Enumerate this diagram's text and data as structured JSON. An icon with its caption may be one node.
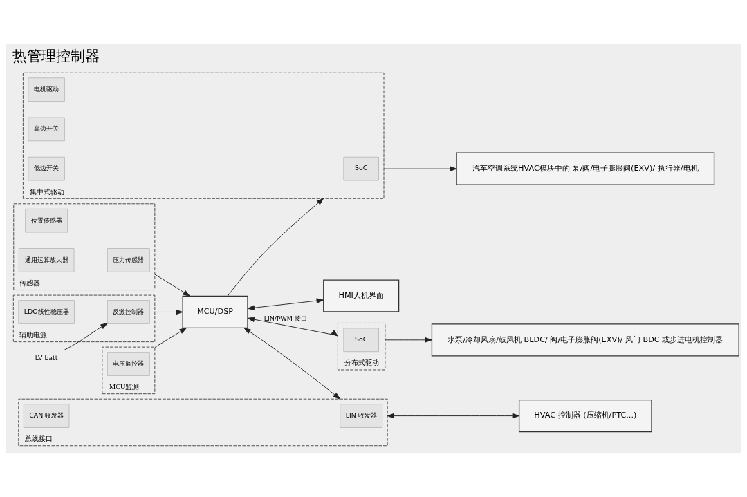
{
  "diagram": {
    "title": "热管理控制器",
    "nodes": [
      {
        "text": [
          "LV batt"
        ]
      },
      {
        "text": [
          "辅助电源"
        ]
      },
      {
        "text": [
          "反激控制器"
        ],
        "in": 1
      },
      {
        "text": [
          "LDO线性稳压器"
        ],
        "in": 1
      },
      {
        "text": [
          "传感器"
        ]
      },
      {
        "text": [
          "压力传感器"
        ],
        "in": 4
      },
      {
        "text": [
          "位置传感器"
        ],
        "in": 4
      },
      {
        "text": [
          "通用运算放大器"
        ],
        "in": 4
      },
      {
        "text": [
          "MCU监测"
        ]
      },
      {
        "text": [
          "电压监控器"
        ],
        "in": 8
      },
      {
        "text": [
          "MCU/DSP"
        ]
      },
      {
        "text": [
          "HMI人机界面"
        ]
      },
      {
        "text": [
          "集中式驱动"
        ]
      },
      {
        "text": [
          "SoC"
        ],
        "in": 12
      },
      {
        "text": [
          "电机驱动"
        ],
        "in": 12
      },
      {
        "text": [
          "高边开关"
        ],
        "in": 12
      },
      {
        "text": [
          "低边开关"
        ],
        "in": 12
      },
      {
        "text": [
          "总线接口"
        ]
      },
      {
        "text": [
          "LIN 收发器"
        ],
        "in": 17
      },
      {
        "text": [
          "CAN 收发器"
        ],
        "in": 17
      },
      {
        "text": [
          "汽车空调系统HVAC模块中的 泵/阀/电子膨胀阀(EXV)/ 执行器/电机"
        ]
      },
      {
        "text": [
          "分布式驱动"
        ]
      },
      {
        "text": [
          "SoC"
        ],
        "in": 21
      },
      {
        "text": [
          "水泵/冷却风扇/鼓风机 BLDC/ 阀/电子膨胀阀(EXV)/ 风门 BDC 或步进电机控制器"
        ]
      },
      {
        "text": [
          "HVAC 控制器 (压缩机/PTC...)"
        ]
      }
    ],
    "edges": [
      {
        "from": 0,
        "to": 2,
        "arrow": "to"
      },
      {
        "from": 1,
        "to": 10,
        "arrow": "to"
      },
      {
        "from": 4,
        "to": 10,
        "arrow": "to"
      },
      {
        "from": 8,
        "to": 10,
        "arrow": "to"
      },
      {
        "from": 10,
        "to": 12,
        "arrow": "to"
      },
      {
        "from": 12,
        "to": 20,
        "arrow": "to"
      },
      {
        "from": 10,
        "to": 21,
        "arrow": "both",
        "label": "LIN/PWM 接口"
      },
      {
        "from": 21,
        "to": 23,
        "arrow": "to"
      },
      {
        "from": 10,
        "to": 17,
        "arrow": "both"
      },
      {
        "from": 17,
        "to": 24,
        "arrow": "both"
      },
      {
        "from": 10,
        "to": 11,
        "arrow": "both"
      }
    ]
  }
}
